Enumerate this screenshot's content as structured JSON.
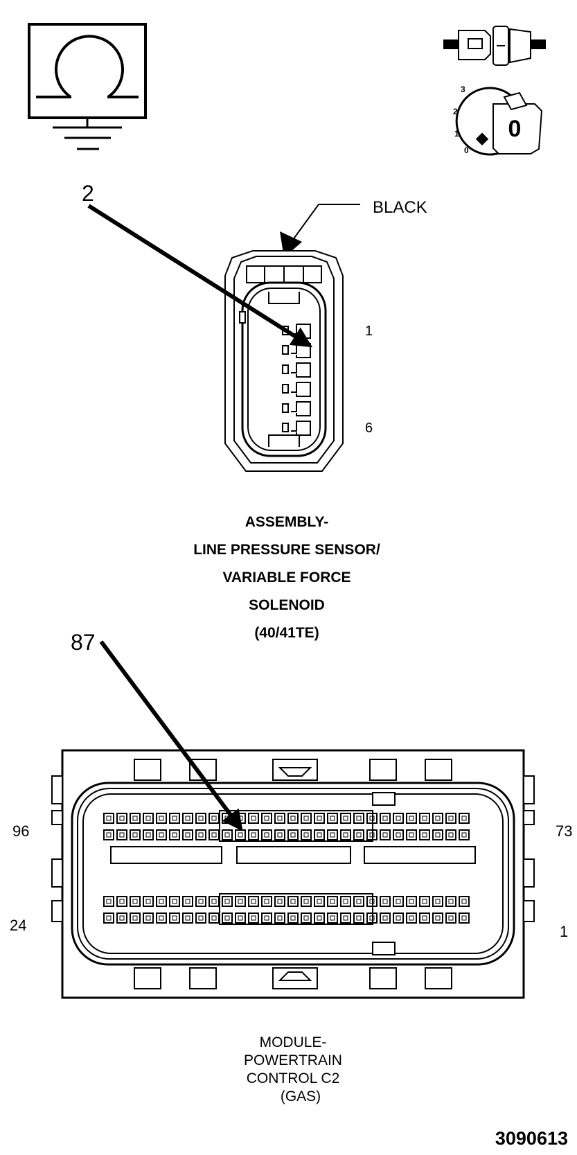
{
  "icons": {
    "ground": "ground-ohm-icon",
    "connector": "disconnected-connector-icon",
    "ignition": "ignition-key-icon",
    "ignition_positions": [
      "3",
      "2",
      "1",
      "0"
    ],
    "key_label": "0"
  },
  "upper_connector": {
    "color_label": "BLACK",
    "callout_pin": "2",
    "pin_first": "1",
    "pin_last": "6",
    "title_lines": [
      "ASSEMBLY-",
      "LINE PRESSURE SENSOR/",
      "VARIABLE FORCE",
      "SOLENOID",
      "(40/41TE)"
    ]
  },
  "lower_connector": {
    "callout_pin": "87",
    "pin_top_left": "96",
    "pin_top_right": "73",
    "pin_bottom_left": "24",
    "pin_bottom_right": "1",
    "title_lines": [
      "MODULE-",
      "POWERTRAIN",
      "CONTROL C2",
      "(GAS)"
    ]
  },
  "figure_number": "3090613"
}
